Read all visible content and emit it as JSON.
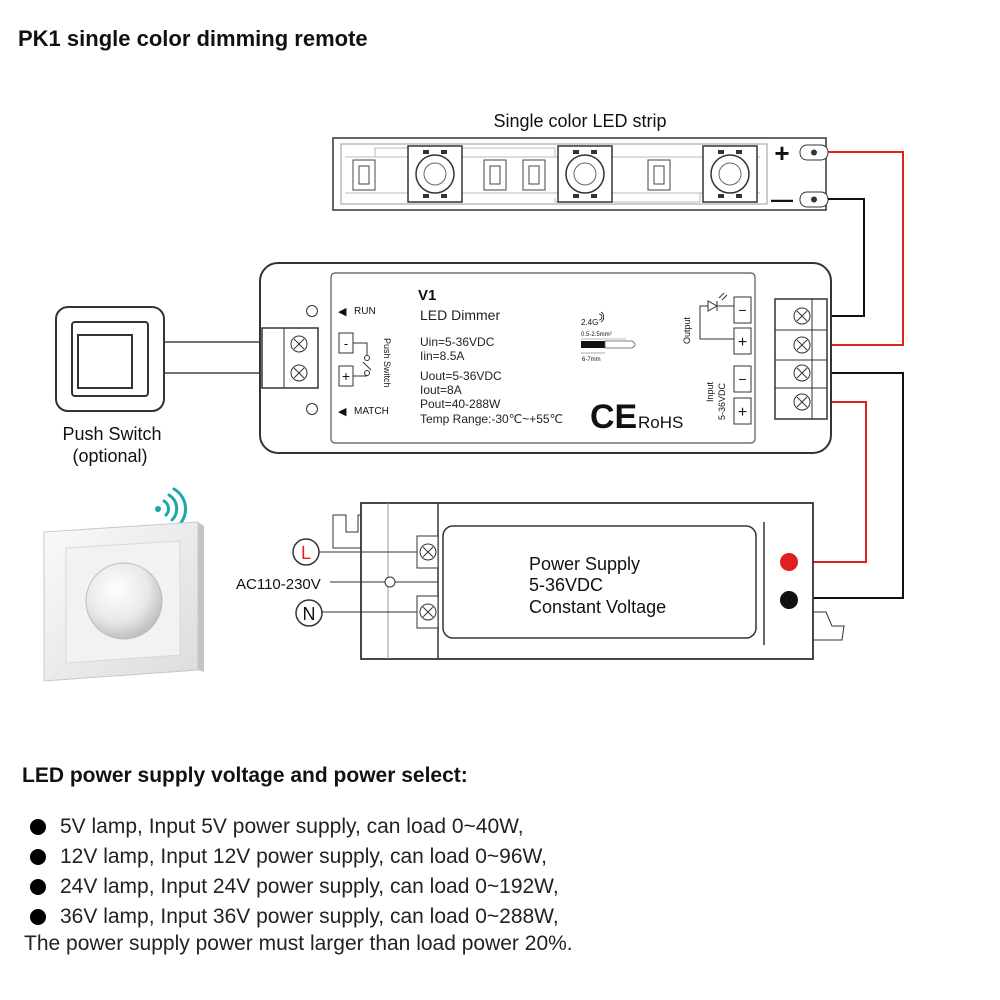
{
  "header": {
    "title": "PK1 single color dimming remote"
  },
  "strip": {
    "label": "Single color LED strip",
    "plus_label": "+",
    "minus_label": "—"
  },
  "push_switch": {
    "label_line1": "Push Switch",
    "label_line2": "(optional)"
  },
  "dimmer": {
    "model": "V1",
    "name": "LED Dimmer",
    "uin": "Uin=5-36VDC",
    "iin": "Iin=8.5A",
    "uout": "Uout=5-36VDC",
    "iout": "Iout=8A",
    "pout": "Pout=40-288W",
    "temp": "Temp Range:-30℃~+55℃",
    "run_label": "RUN",
    "match_label": "MATCH",
    "push_switch_port": "Push Switch",
    "port_minus": "-",
    "port_plus": "+",
    "freq": "2.4G",
    "wire_gauge": "0.5-2.5mm²",
    "strip_length": "6-7mm",
    "output_label": "Output",
    "input_label": "Input",
    "input_voltage": "5-36VDC",
    "ce_mark": "CE",
    "rohs": "RoHS",
    "out_minus": "−",
    "out_plus": "+",
    "in_minus": "−",
    "in_plus": "+"
  },
  "power_supply": {
    "line1": "Power Supply",
    "line2": "5-36VDC",
    "line3": "Constant Voltage",
    "ac_label": "AC110-230V",
    "live": "L",
    "neutral": "N"
  },
  "colors": {
    "red_wire": "#e02020",
    "black_wire": "#111111",
    "outline": "#444444"
  },
  "selection": {
    "title": "LED power supply voltage and power select:",
    "items": [
      "5V lamp, Input 5V power supply, can load 0~40W,",
      "12V lamp, Input 12V power supply, can load 0~96W,",
      "24V lamp, Input 24V power supply, can load 0~192W,",
      "36V lamp, Input 36V power supply, can load 0~288W,"
    ],
    "note": "The power supply power must larger than load power 20%."
  }
}
